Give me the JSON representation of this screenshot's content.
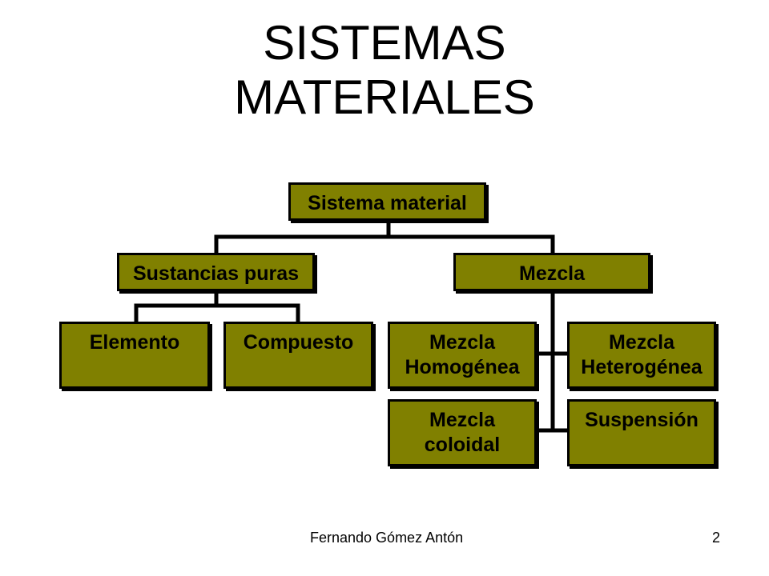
{
  "title": {
    "line1": "SISTEMAS",
    "line2": "MATERIALES"
  },
  "nodes": {
    "root": "Sistema material",
    "puras": "Sustancias puras",
    "mezcla": "Mezcla",
    "elemento": "Elemento",
    "compuesto": "Compuesto",
    "homogenea": {
      "line1": "Mezcla",
      "line2": "Homogénea"
    },
    "heterogenea": {
      "line1": "Mezcla",
      "line2": "Heterogénea"
    },
    "coloidal": {
      "line1": "Mezcla",
      "line2": "coloidal"
    },
    "suspension": "Suspensión"
  },
  "footer": {
    "author": "Fernando Gómez Antón",
    "page": "2"
  },
  "colors": {
    "box_fill": "#808000",
    "border": "#000000"
  }
}
